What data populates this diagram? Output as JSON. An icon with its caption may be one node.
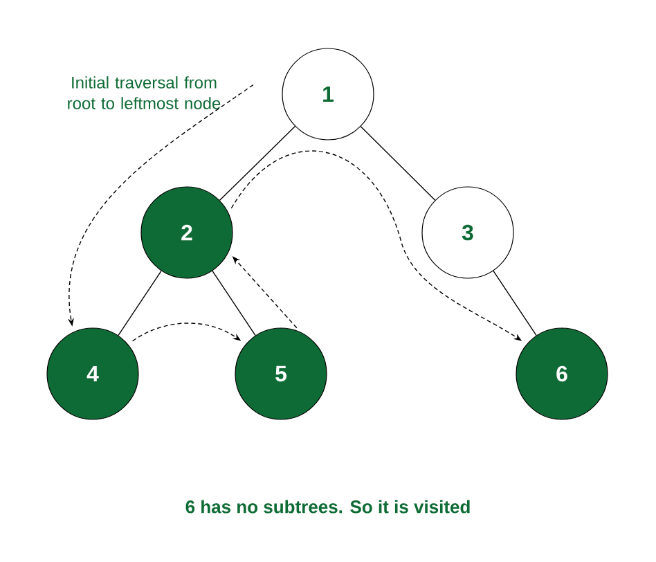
{
  "diagram": {
    "caption": "6 has no subtrees. So it is visited",
    "nodes": [
      {
        "text": [
          "Initial traversal from root to leftmost node"
        ]
      },
      {
        "text": [
          "1"
        ]
      },
      {
        "text": [
          "2"
        ]
      },
      {
        "text": [
          "3"
        ]
      },
      {
        "text": [
          "4"
        ]
      },
      {
        "text": [
          "5"
        ]
      },
      {
        "text": [
          "6"
        ]
      }
    ],
    "edges": [
      {
        "from": 1,
        "to": 2,
        "arrow": "none"
      },
      {
        "from": 1,
        "to": 3,
        "arrow": "none"
      },
      {
        "from": 2,
        "to": 4,
        "arrow": "none"
      },
      {
        "from": 2,
        "to": 5,
        "arrow": "none"
      },
      {
        "from": 3,
        "to": 6,
        "arrow": "none"
      },
      {
        "from": 0,
        "to": 4,
        "arrow": "to",
        "style": "dashed"
      },
      {
        "from": 4,
        "to": 5,
        "arrow": "to",
        "style": "dashed"
      },
      {
        "from": 5,
        "to": 2,
        "arrow": "to",
        "style": "dashed"
      },
      {
        "from": 2,
        "to": 6,
        "arrow": "to",
        "style": "dashed"
      }
    ]
  }
}
